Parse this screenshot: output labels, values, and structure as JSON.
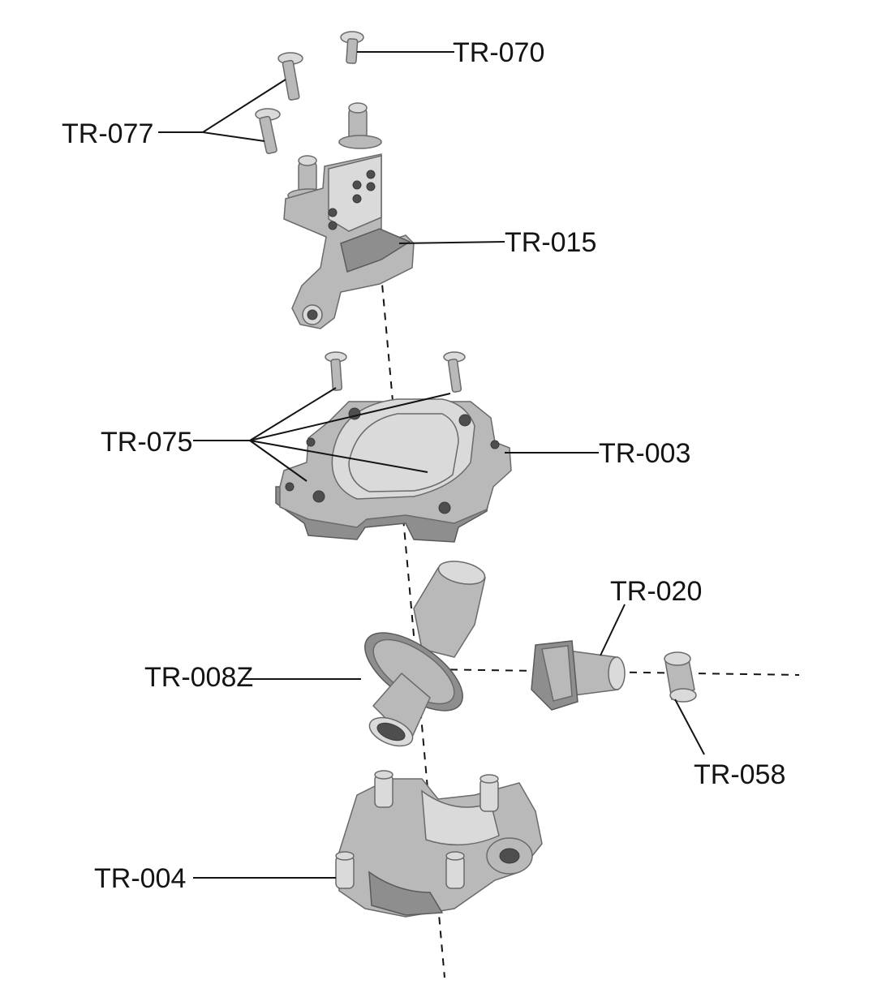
{
  "labels": {
    "tr070": "TR-070",
    "tr077": "TR-077",
    "tr015": "TR-015",
    "tr075": "TR-075",
    "tr003": "TR-003",
    "tr020": "TR-020",
    "tr008z": "TR-008Z",
    "tr058": "TR-058",
    "tr004": "TR-004"
  }
}
